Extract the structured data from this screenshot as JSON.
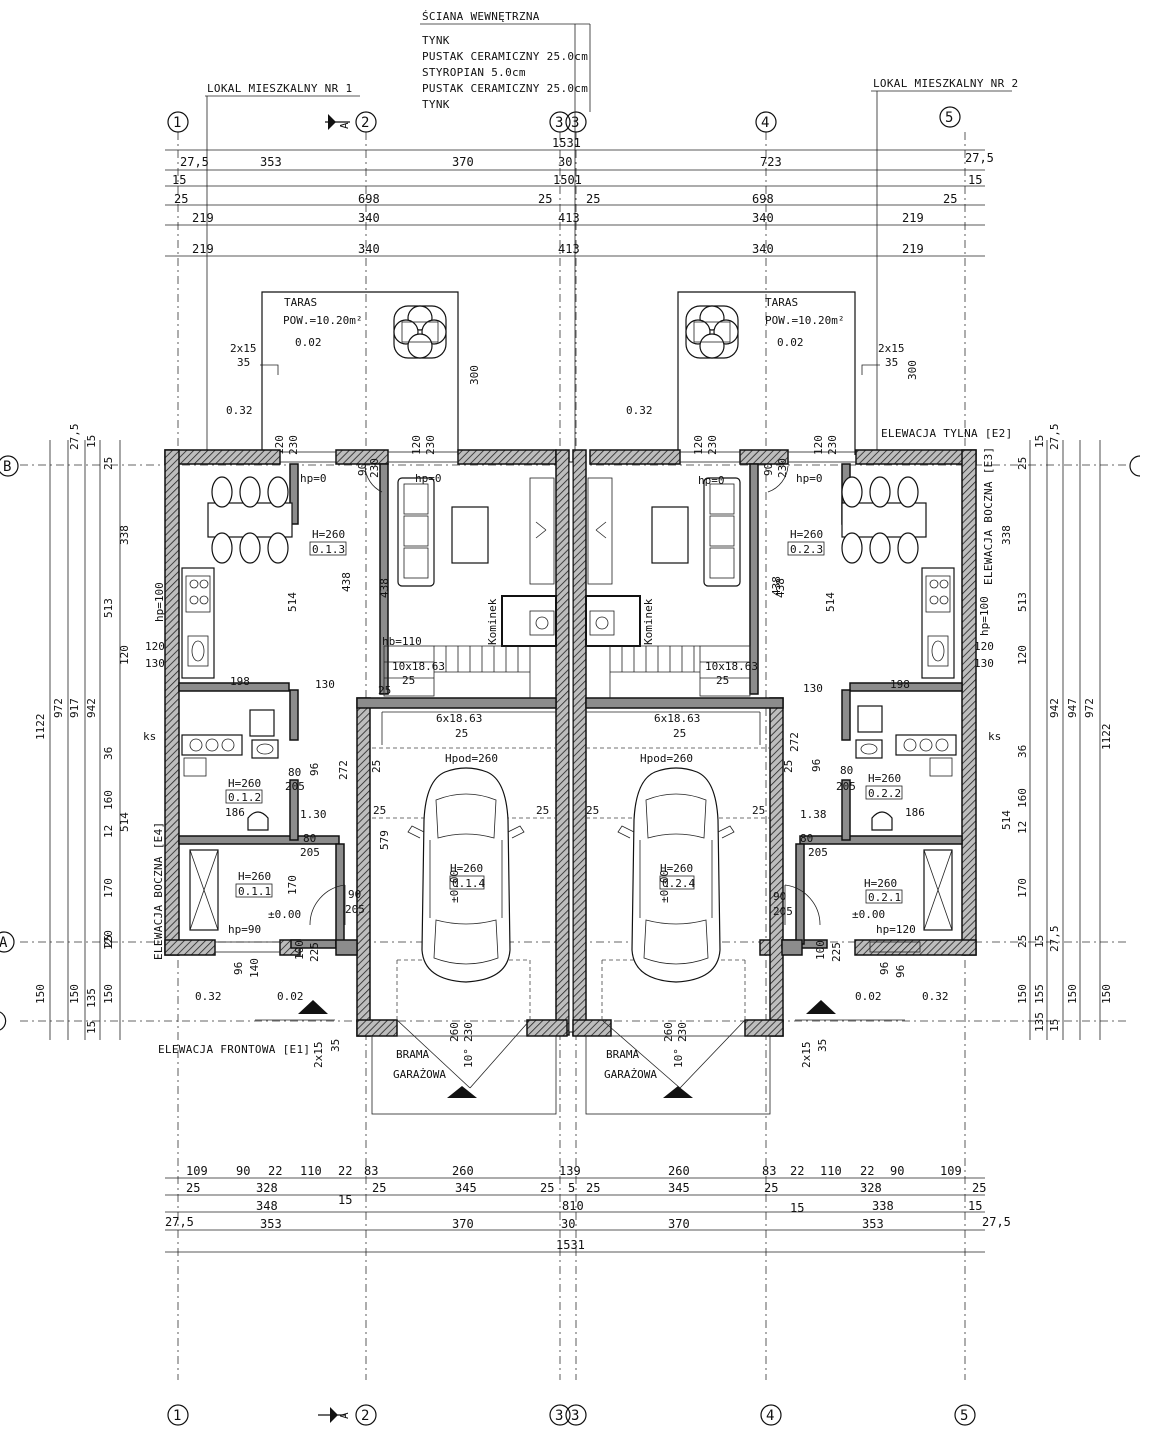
{
  "wall_note": {
    "title": "ŚCIANA WEWNĘTRZNA",
    "layers": [
      "TYNK",
      "PUSTAK CERAMICZNY 25.0cm",
      "STYROPIAN 5.0cm",
      "PUSTAK CERAMICZNY 25.0cm",
      "TYNK"
    ]
  },
  "units": {
    "left": "LOKAL MIESZKALNY NR 1",
    "right": "LOKAL MIESZKALNY NR 2"
  },
  "axes": {
    "vertical": [
      "1",
      "2",
      "3",
      "3",
      "4",
      "5"
    ],
    "horizontal": [
      "B",
      "A"
    ],
    "section_mark": "A"
  },
  "elevations": {
    "rear": "ELEWACJA TYLNA [E2]",
    "front": "ELEWACJA FRONTOWA [E1]",
    "side_left": "ELEWACJA BOCZNA [E4]",
    "side_right": "ELEWACJA BOCZNA [E3]"
  },
  "top_dims": {
    "row1": [
      "1531"
    ],
    "row2": [
      "27,5",
      "353",
      "370",
      "30",
      "723",
      "27,5"
    ],
    "row3": [
      "15",
      "1501",
      "15"
    ],
    "row4": [
      "25",
      "698",
      "25",
      "25",
      "698",
      "25"
    ],
    "row5": [
      "219",
      "340",
      "413",
      "340",
      "219"
    ],
    "row6": [
      "219",
      "340",
      "413",
      "340",
      "219"
    ]
  },
  "bottom_dims": {
    "row1": [
      "109",
      "90",
      "22",
      "110",
      "22",
      "83",
      "260",
      "139",
      "260",
      "83",
      "22",
      "110",
      "22",
      "90",
      "109"
    ],
    "row2": [
      "25",
      "328",
      "25",
      "345",
      "25",
      "5",
      "25",
      "345",
      "25",
      "328",
      "25"
    ],
    "row3": [
      "348",
      "15",
      "810",
      "15",
      "338",
      "15"
    ],
    "row4": [
      "27,5",
      "353",
      "370",
      "30",
      "370",
      "353",
      "27,5"
    ],
    "row5": [
      "1531"
    ]
  },
  "left_dims": [
    "27,5",
    "15",
    "25",
    "338",
    "513",
    "120",
    "130",
    "36",
    "160",
    "12",
    "170",
    "25",
    "150",
    "135",
    "15",
    "150",
    "1122",
    "972",
    "917",
    "942",
    "514",
    "100",
    "120",
    "130"
  ],
  "right_dims": [
    "15",
    "27,5",
    "25",
    "338",
    "513",
    "120",
    "130",
    "36",
    "160",
    "12",
    "170",
    "25",
    "15",
    "27,5",
    "150",
    "155",
    "135",
    "15",
    "150",
    "1122",
    "972",
    "947",
    "942",
    "514",
    "100"
  ],
  "terrace": {
    "name": "TARAS",
    "area": "POW.=10.20m²",
    "level": "0.02",
    "stairs": "2x15",
    "stairs_rise": "35",
    "depth": "300",
    "outer_level": "0.32"
  },
  "front_door_stairs": {
    "steps": "2x15",
    "rise": "35"
  },
  "garage_gate": {
    "label1": "BRAMA",
    "label2": "GARAŻOWA",
    "slope": "10°",
    "w": "260",
    "h": "230"
  },
  "rooms": {
    "u1": {
      "kitchen": {
        "h": "H=260",
        "code": "0.1.3",
        "hp": "hp=0"
      },
      "bath": {
        "h": "H=260",
        "code": "0.1.2"
      },
      "hall": {
        "h": "H=260",
        "code": "0.1.1",
        "hp": "hp=90",
        "level": "±0.00"
      },
      "garage": {
        "h": "H=260",
        "code": "0.1.4",
        "level": "±0.00",
        "hpod": "Hpod=260",
        "w": "345",
        "d": "579"
      }
    },
    "u2": {
      "kitchen": {
        "h": "H=260",
        "code": "0.2.3",
        "hp": "hp=0"
      },
      "bath": {
        "h": "H=260",
        "code": "0.2.2"
      },
      "hall": {
        "h": "H=260",
        "code": "0.2.1",
        "hp": "hp=120",
        "level": "±0.00"
      },
      "garage": {
        "h": "H=260",
        "code": "0.2.4",
        "level": "±0.00",
        "hpod": "Hpod=260",
        "w": "345"
      }
    }
  },
  "stairs": {
    "upper": "10x18.63",
    "lower": "6x18.63",
    "hb": "hb=110",
    "run": "25"
  },
  "fireplace": "Kominek",
  "misc": {
    "ks": "ks",
    "hp100": "hp=100",
    "door_90": "90",
    "door_205": "205",
    "door_80": "80",
    "win_120": "120",
    "win_230": "230",
    "dim_198": "198",
    "dim_130": "130",
    "dim_186": "186",
    "dim_272": "272",
    "dim_438": "438",
    "dim_514": "514",
    "dim_96": "96",
    "dim_100": "100",
    "dim_225": "225",
    "dim_140": "140",
    "dim_1_30": "1.30",
    "dim_1_38": "1.38",
    "dim_25": "25"
  }
}
